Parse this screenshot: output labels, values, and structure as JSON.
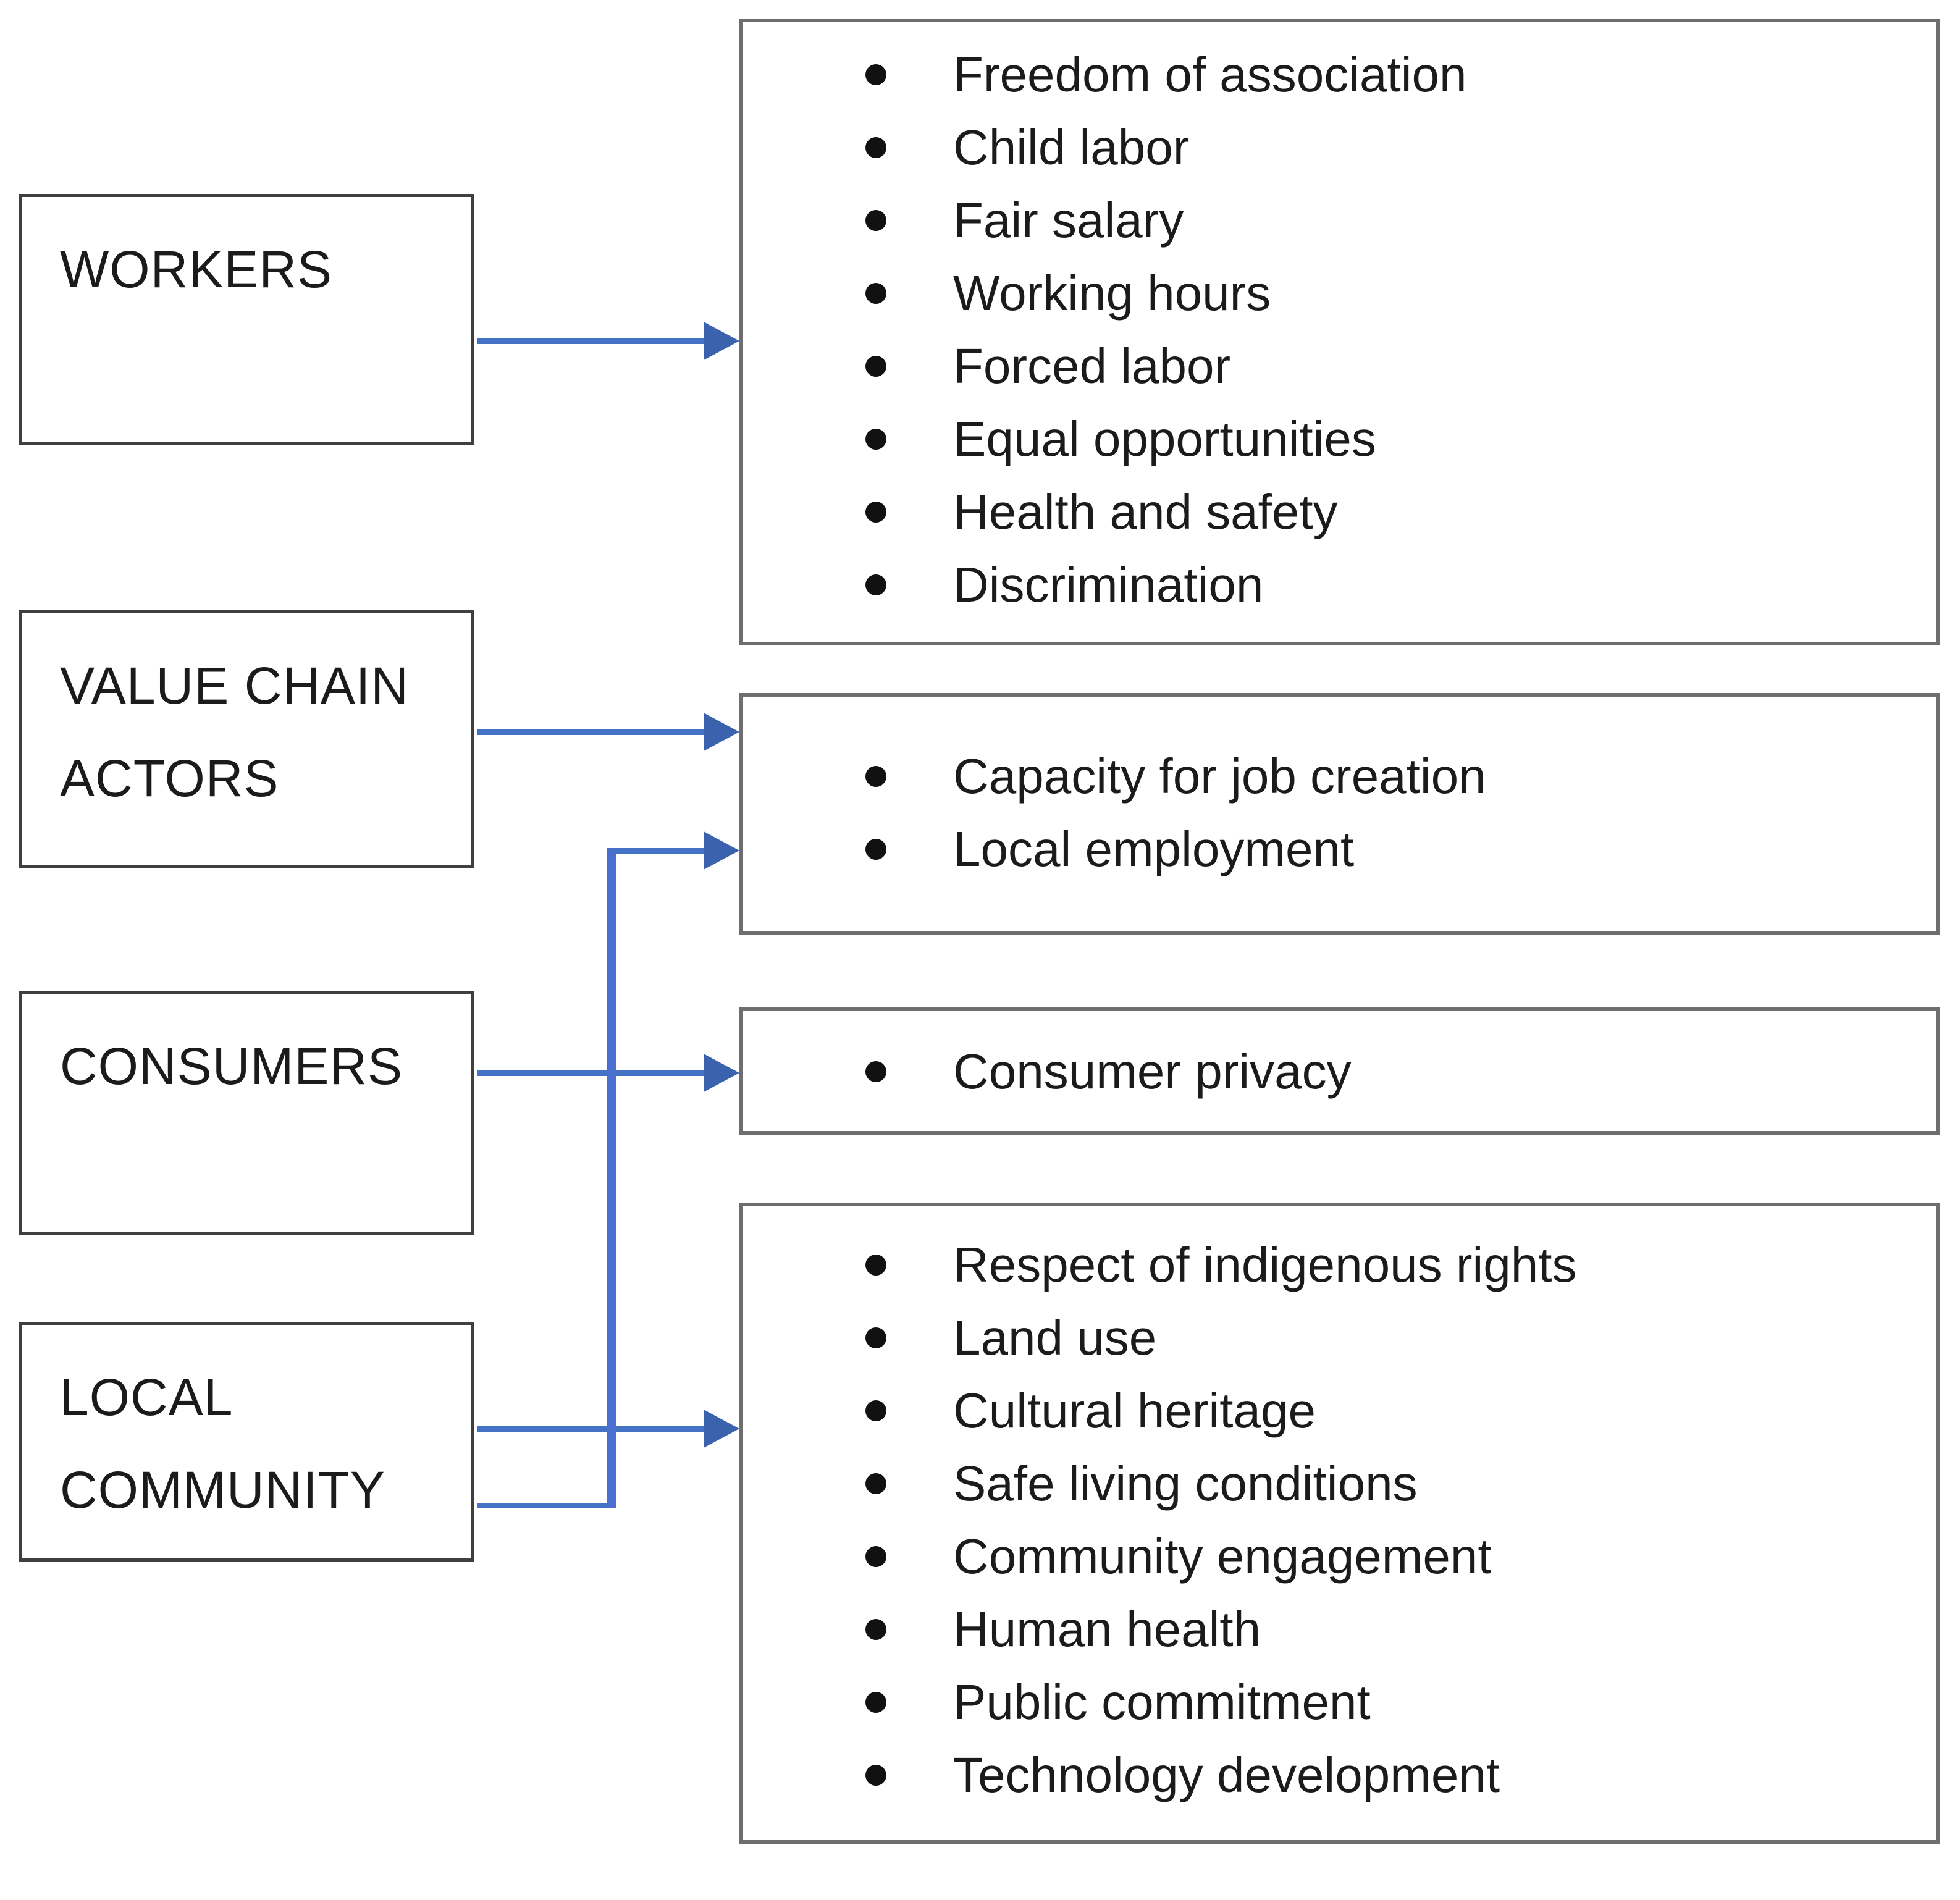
{
  "diagram": {
    "stakeholders": [
      {
        "label": "WORKERS"
      },
      {
        "label": "VALUE CHAIN ACTORS"
      },
      {
        "label": "CONSUMERS"
      },
      {
        "label": "LOCAL COMMUNITY"
      }
    ],
    "impact_groups": [
      {
        "items": [
          "Freedom of association",
          "Child labor",
          "Fair salary",
          "Working hours",
          "Forced labor",
          "Equal opportunities",
          "Health and safety",
          "Discrimination"
        ]
      },
      {
        "items": [
          "Capacity for job creation",
          "Local employment"
        ]
      },
      {
        "items": [
          "Consumer privacy"
        ]
      },
      {
        "items": [
          "Respect of indigenous rights",
          "Land use",
          "Cultural heritage",
          "Safe living conditions",
          "Community engagement",
          "Human health",
          "Public commitment",
          "Technology development"
        ]
      }
    ],
    "colors": {
      "arrow": "#4472C4",
      "left_box_border": "#3f3f3f",
      "right_box_border": "#6e6e6e",
      "text": "#1b1b1b",
      "background": "#ffffff"
    }
  }
}
